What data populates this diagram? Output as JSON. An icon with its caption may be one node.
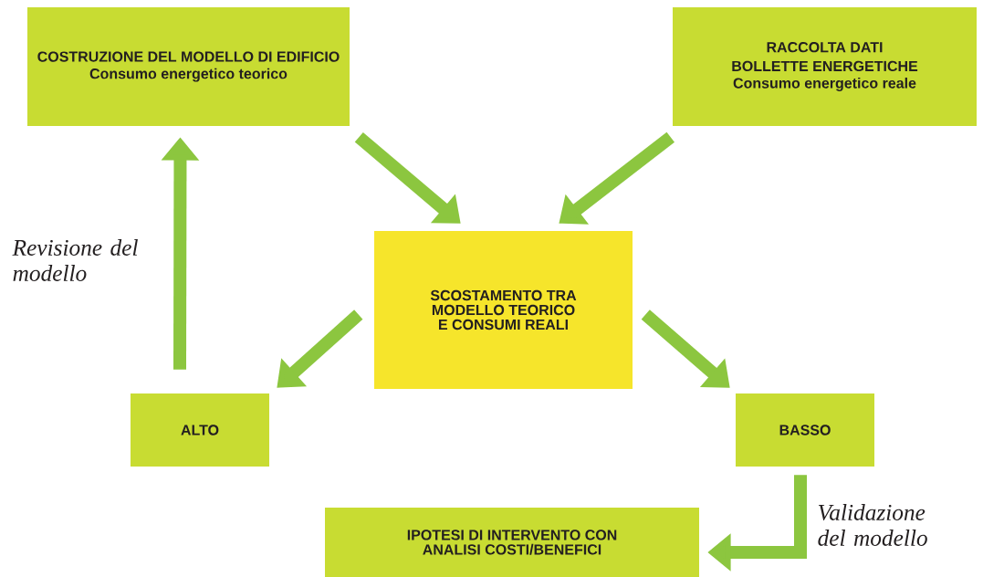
{
  "diagram": {
    "nodes": [
      {
        "text": [
          "COSTRUZIONE DEL MODELLO DI EDIFICIO",
          "Consumo energetico teorico"
        ]
      },
      {
        "text": [
          "RACCOLTA DATI BOLLETTE ENERGETICHE",
          "Consumo energetico reale"
        ]
      },
      {
        "text": [
          "SCOSTAMENTO TRA MODELLO TEORICO E CONSUMI REALI"
        ]
      },
      {
        "text": [
          "ALTO"
        ]
      },
      {
        "text": [
          "BASSO"
        ]
      },
      {
        "text": [
          "IPOTESI DI INTERVENTO CON ANALISI COSTI/BENEFICI"
        ]
      }
    ],
    "edges": [
      {
        "from": 0,
        "to": 2,
        "arrow": "to"
      },
      {
        "from": 1,
        "to": 2,
        "arrow": "to"
      },
      {
        "from": 2,
        "to": 3,
        "arrow": "to"
      },
      {
        "from": 2,
        "to": 4,
        "arrow": "to"
      },
      {
        "from": 3,
        "to": 0,
        "arrow": "to",
        "label": "Revisione del modello"
      },
      {
        "from": 4,
        "to": 5,
        "arrow": "to",
        "label": "Validazione del modello"
      }
    ]
  }
}
